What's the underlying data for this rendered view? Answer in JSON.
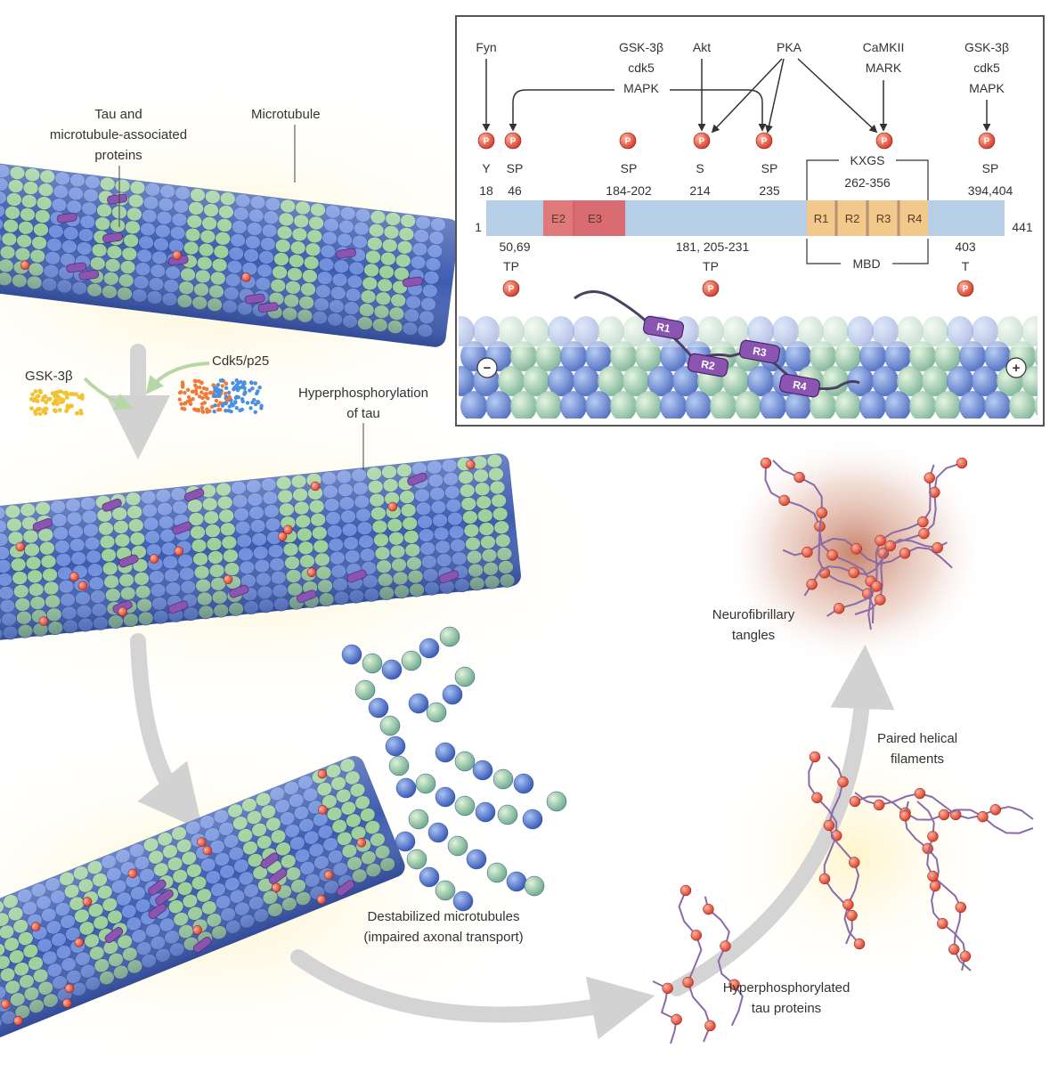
{
  "diagram": {
    "labels": {
      "tau_map": "Tau and\nmicrotubule-associated\nproteins",
      "microtubule": "Microtubule",
      "gsk": "GSK-3β",
      "cdk5": "Cdk5/p25",
      "hyperphos": "Hyperphosphorylation\nof tau",
      "destabilized": "Destabilized microtubules\n(impaired axonal transport)",
      "hyperphos_proteins": "Hyperphosphorylated\ntau proteins",
      "phf": "Paired helical\nfilaments",
      "nft": "Neurofibrillary\ntangles"
    },
    "inset": {
      "kinases": [
        "Fyn",
        "GSK-3β\ncdk5\nMAPK",
        "Akt",
        "PKA",
        "CaMKII\nMARK",
        "GSK-3β\ncdk5\nMAPK"
      ],
      "top_sites": [
        {
          "res": "Y",
          "pos": "18"
        },
        {
          "res": "SP",
          "pos": "46"
        },
        {
          "res": "SP",
          "pos": "184-202"
        },
        {
          "res": "S",
          "pos": "214"
        },
        {
          "res": "SP",
          "pos": "235"
        },
        {
          "res": "KXGS",
          "pos": "262-356"
        },
        {
          "res": "SP",
          "pos": "394,404"
        }
      ],
      "bottom_sites": [
        {
          "pos": "50,69",
          "res": "TP"
        },
        {
          "pos": "181, 205-231",
          "res": "TP"
        },
        {
          "pos": "403",
          "res": "T"
        }
      ],
      "start": "1",
      "end": "441",
      "exons": [
        "E2",
        "E3"
      ],
      "repeats": [
        "R1",
        "R2",
        "R3",
        "R4"
      ],
      "mbd": "MBD",
      "minus": "−",
      "plus": "+",
      "p_symbol": "P"
    },
    "colors": {
      "tubulin_blue": "#4a6fc9",
      "tubulin_green": "#9ccf9a",
      "tau_purple": "#8a55b0",
      "phosphate_red": "#e0463a",
      "bar_blue": "#b7cfe6",
      "exon_red": "#e07a7a",
      "repeat_tan": "#f2c98a",
      "arrow_gray": "#cfcfcf",
      "glow_yellow": "#fff3c4"
    }
  }
}
